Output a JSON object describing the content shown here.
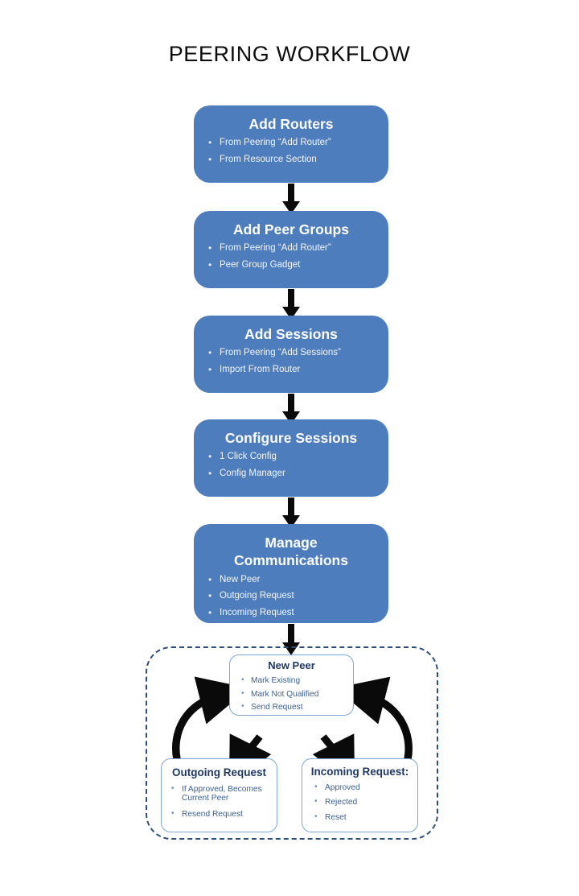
{
  "page": {
    "title": "PEERING WORKFLOW",
    "colors": {
      "box_fill": "#4E7DBE",
      "box_text": "#FFFFFF",
      "sub_box_border": "#7FA6D0",
      "sub_box_title": "#1F3864",
      "sub_box_text": "#3E6190",
      "dashed_border": "#2F4E77",
      "arrow": "#0A0A0A",
      "background": "#FFFFFF"
    }
  },
  "flow": {
    "steps": [
      {
        "title": "Add Routers",
        "bullets": [
          "From  Peering “Add Router”",
          "From Resource Section"
        ]
      },
      {
        "title": "Add Peer Groups",
        "bullets": [
          "From  Peering “Add Router”",
          "Peer Group Gadget"
        ]
      },
      {
        "title": "Add Sessions",
        "bullets": [
          "From  Peering “Add Sessions”",
          "Import  From Router"
        ]
      },
      {
        "title": "Configure Sessions",
        "bullets": [
          "1 Click Config",
          "Config Manager"
        ]
      },
      {
        "title": "Manage Communications",
        "bullets": [
          "New Peer",
          "Outgoing Request",
          "Incoming Request"
        ]
      }
    ]
  },
  "cycle": {
    "new_peer": {
      "title": "New Peer",
      "bullets": [
        "Mark Existing",
        "Mark Not Qualified",
        "Send Request"
      ]
    },
    "outgoing": {
      "title": "Outgoing Request",
      "bullets": [
        "If Approved, Becomes Current Peer",
        "Resend Request"
      ]
    },
    "incoming": {
      "title": "Incoming Request:",
      "bullets": [
        "Approved",
        "Rejected",
        "Reset"
      ]
    }
  }
}
